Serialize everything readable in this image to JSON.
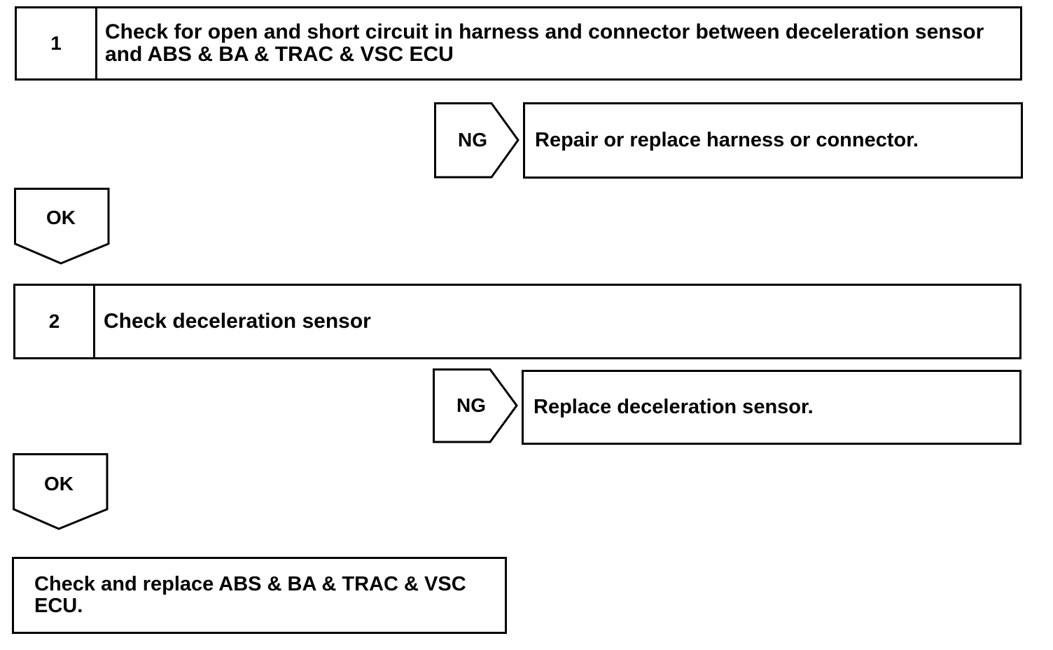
{
  "steps": [
    {
      "number": "1",
      "text": "Check for open and short circuit in harness and connector between deceleration sensor and ABS & BA & TRAC & VSC ECU"
    },
    {
      "number": "2",
      "text": "Check deceleration sensor"
    }
  ],
  "ng_branches": [
    {
      "label": "NG",
      "action": "Repair or replace harness or connector."
    },
    {
      "label": "NG",
      "action": "Replace deceleration sensor."
    }
  ],
  "ok_labels": [
    "OK",
    "OK"
  ],
  "final_action": "Check and replace ABS & BA & TRAC & VSC ECU."
}
